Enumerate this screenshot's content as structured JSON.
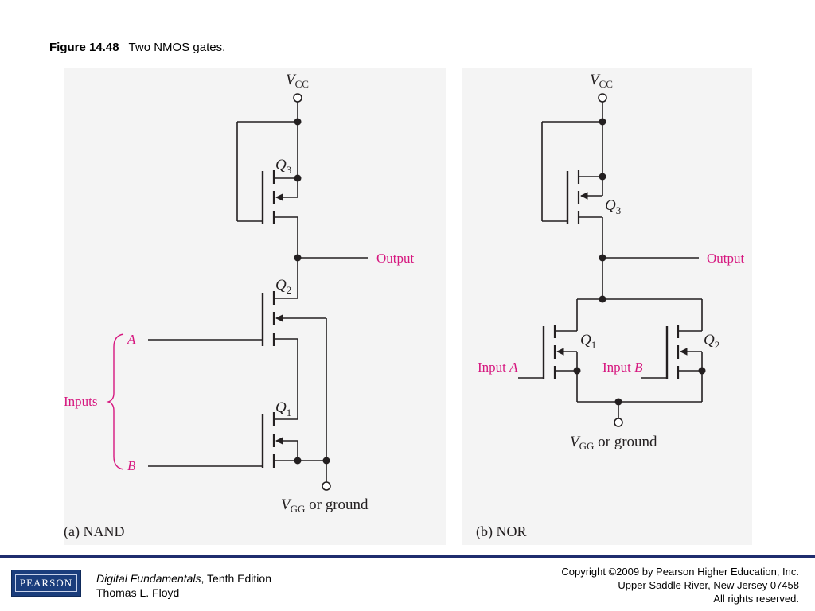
{
  "caption": {
    "figure_label": "Figure 14.48",
    "figure_title": "Two NMOS gates."
  },
  "nand": {
    "vcc_v": "V",
    "vcc_sub": "CC",
    "q3_q": "Q",
    "q3_sub": "3",
    "q2_q": "Q",
    "q2_sub": "2",
    "q1_q": "Q",
    "q1_sub": "1",
    "output": "Output",
    "input_a": "A",
    "input_b": "B",
    "inputs": "Inputs",
    "vgg_v": "V",
    "vgg_sub": "GG",
    "vgg_rest": " or ground",
    "label": "(a) NAND"
  },
  "nor": {
    "vcc_v": "V",
    "vcc_sub": "CC",
    "q3_q": "Q",
    "q3_sub": "3",
    "q1_q": "Q",
    "q1_sub": "1",
    "q2_q": "Q",
    "q2_sub": "2",
    "output": "Output",
    "input_a_word": "Input ",
    "input_a": "A",
    "input_b_word": "Input ",
    "input_b": "B",
    "vgg_v": "V",
    "vgg_sub": "GG",
    "vgg_rest": " or ground",
    "label": "(b) NOR"
  },
  "footer": {
    "publisher_logo": "PEARSON",
    "book_title": "Digital Fundamentals",
    "book_edition": ", Tenth Edition",
    "author": "Thomas L. Floyd",
    "copyright_1": "Copyright ©2009 by Pearson Higher Education, Inc.",
    "copyright_2": "Upper Saddle River, New Jersey 07458",
    "copyright_3": "All rights reserved."
  },
  "colors": {
    "wire": "#231f20",
    "label_accent": "#d6177f",
    "background_panel": "#f4f4f4",
    "footer_rule": "#1f2d6e"
  }
}
